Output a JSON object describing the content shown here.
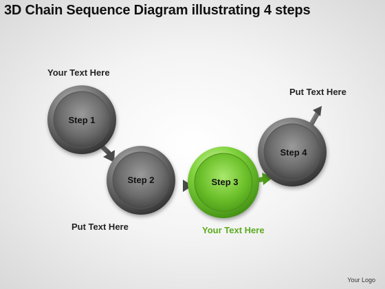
{
  "title": "3D Chain Sequence Diagram illustrating 4 steps",
  "steps": [
    {
      "label": "Step 1"
    },
    {
      "label": "Step 2"
    },
    {
      "label": "Step 3"
    },
    {
      "label": "Step 4"
    }
  ],
  "captions": [
    {
      "text": "Your Text Here"
    },
    {
      "text": "Put Text Here"
    },
    {
      "text": "Your Text Here"
    },
    {
      "text": "Put Text Here"
    }
  ],
  "logo": "Your Logo",
  "colors": {
    "accent": "#6cc02a",
    "accent_text": "#5aaa1e",
    "ring_dark": "#3a3a3a",
    "arrow_gray": "#6a6a6a"
  }
}
